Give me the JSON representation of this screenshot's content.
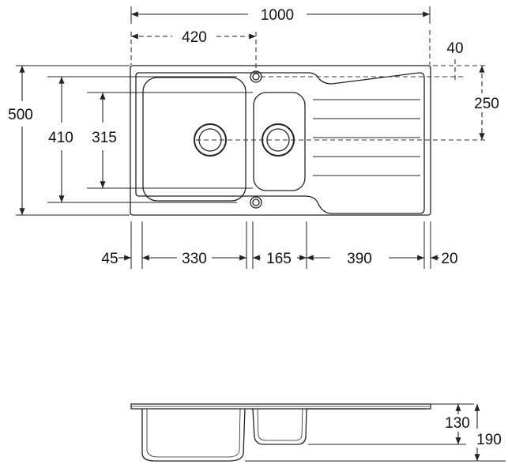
{
  "colors": {
    "line": "#222222",
    "dashed": "#333333",
    "background": "#ffffff"
  },
  "plan": {
    "overall_width": "1000",
    "tap_offset": "420",
    "edge_40": "40",
    "height_250": "250",
    "overall_depth": "500",
    "bowl_depth": "410",
    "half_bowl_depth": "315",
    "left_margin": "45",
    "main_bowl_width": "330",
    "half_bowl_width": "165",
    "drainer_width": "390",
    "right_margin": "20"
  },
  "section": {
    "half_bowl_depth": "130",
    "main_bowl_depth": "190"
  }
}
